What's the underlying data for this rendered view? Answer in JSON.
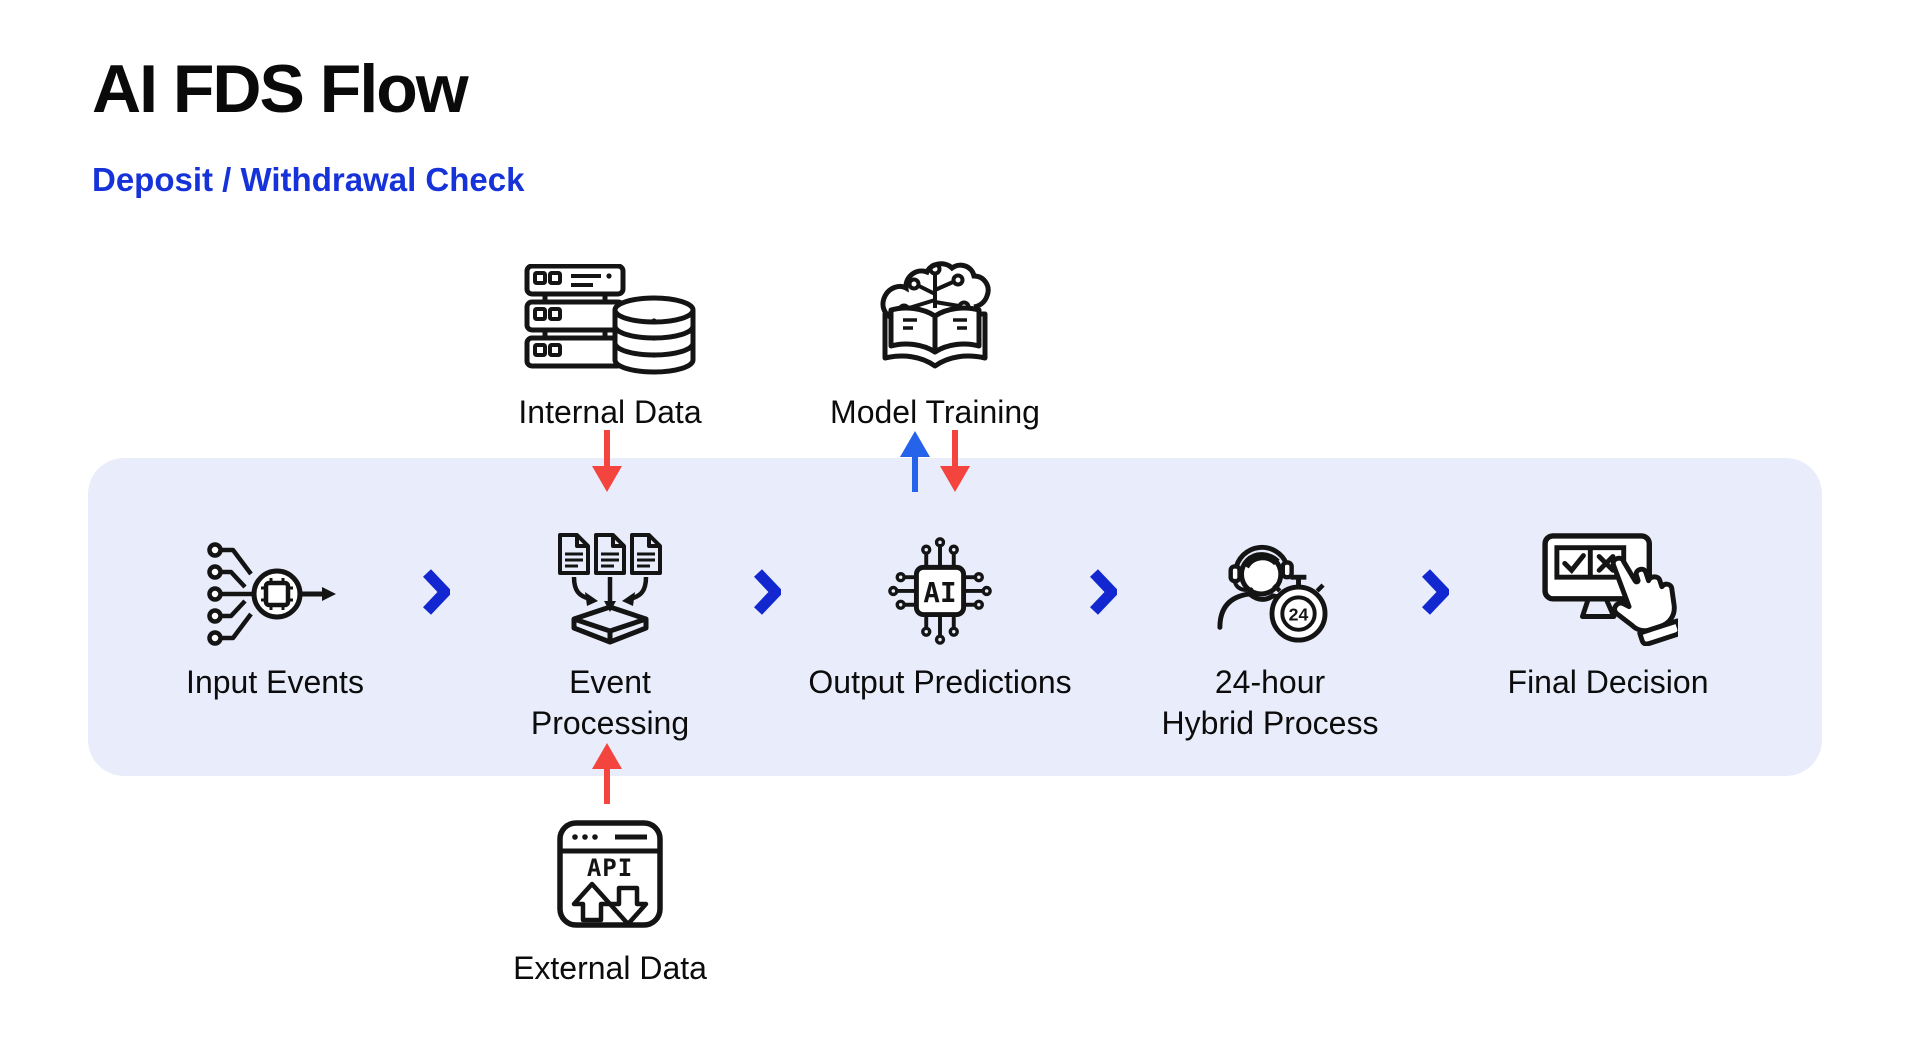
{
  "header": {
    "title": "AI FDS Flow",
    "subtitle": "Deposit / Withdrawal Check"
  },
  "palette": {
    "band_background": "#e9edfb",
    "accent_blue": "#1632d9",
    "chevron_blue": "#1227d0",
    "arrow_blue": "#2563eb",
    "arrow_red": "#f4443e",
    "icon_stroke": "#141414"
  },
  "flow": {
    "steps": [
      {
        "label": "Input Events",
        "icon": "input-events-icon"
      },
      {
        "label": "Event",
        "label2": "Processing",
        "icon": "event-processing-icon"
      },
      {
        "label": "Output Predictions",
        "icon": "ai-chip-icon"
      },
      {
        "label": "24-hour",
        "label2": "Hybrid Process",
        "icon": "support-24h-icon"
      },
      {
        "label": "Final Decision",
        "icon": "final-decision-icon"
      }
    ],
    "satellites": {
      "internal_data": {
        "label": "Internal Data",
        "icon": "server-database-icon",
        "arrow": "red-down"
      },
      "model_training": {
        "label": "Model Training",
        "icon": "model-training-icon",
        "arrows": [
          "blue-up",
          "red-down"
        ]
      },
      "external_data": {
        "label": "External Data",
        "icon": "api-browser-icon",
        "arrow": "red-up"
      }
    },
    "icon_text": {
      "ai": "AI",
      "api": "API",
      "hours": "24"
    }
  }
}
